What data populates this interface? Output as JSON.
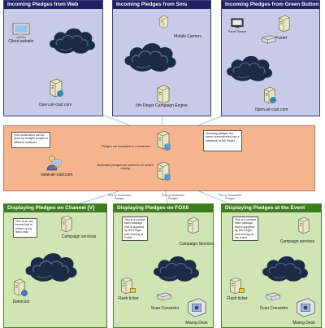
{
  "panels": {
    "web": {
      "title": "Incoming Pledges from Web",
      "client_label": "Client website",
      "server_label": "Open.air-cast.com"
    },
    "sms": {
      "title": "Incoming Pledges from Sms",
      "carriers_label": "Mobile Carriers",
      "engine_label": "5th Finger Campaign Engine"
    },
    "green": {
      "title": "Incoming Pledges from Green Button",
      "panel_label": "Panel Viewer",
      "foxtel_label": "Foxtel",
      "server_label": "Open.air-cast.com"
    },
    "channel": {
      "title": "Displaying Pledges on Channel [V]",
      "campaign_label": "Campaign services",
      "dekocast_label": "Dekocast",
      "note": "This is an xml format that is picked up by deko cast."
    },
    "foxs": {
      "title": "Displaying Pledges on FOX8",
      "campaign_label": "Campaign Services",
      "flash_label": "Flash ticker",
      "scan_label": "Scan Convertor",
      "mixing_label": "Mixing Desk",
      "note": "This is a custom flash package that is supplied by 5th Finger and running at Foxtel"
    },
    "event": {
      "title": "Displaying Pledges at the Event",
      "campaign_label": "Campaign services",
      "flash_label": "Flash ticker",
      "scan_label": "Scan Convertor",
      "mixing_label": "Mixing Desk",
      "note": "This is a custom flash package that is supplied by 5th Finger and running at the event"
    }
  },
  "central": {
    "site_label": "www.air-cast.com",
    "moderation_note": "This moderation can be done by multiple people in different locations",
    "forwarded_note": "Pledges are forwarded to a moderator",
    "saved_note": "Incoming pledges are saved unmoderated into a database at 5th Finger",
    "moderated_note": "Moderated pledges are saved for on screen viewing"
  },
  "flow_labels": {
    "left": "Pick up Moderated Pledges",
    "mid": "Pick up Moderated Pledges",
    "right": "Pick up Moderated Pledges"
  },
  "colors": {
    "top_panel": "#c7cbe6",
    "top_title": "#1f2162",
    "bottom_panel": "#cfe5b4",
    "bottom_title": "#3d7d1e",
    "central": "#f6b58f",
    "cloud": "#1c2a44",
    "line": "#8fb8e0"
  }
}
